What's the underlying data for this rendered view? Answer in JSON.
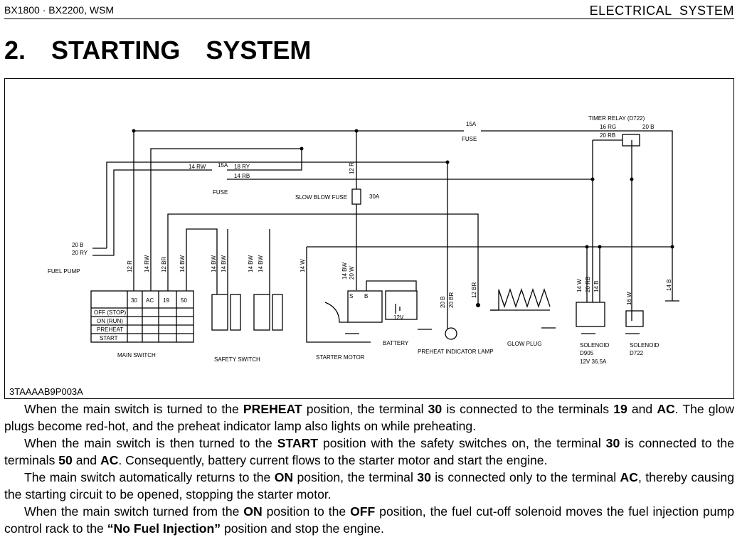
{
  "header": {
    "left": "BX1800 · BX2200, WSM",
    "right": "ELECTRICAL  SYSTEM"
  },
  "title": "2.  STARTING  SYSTEM",
  "diagram": {
    "figure_code": "3TAAAAB9P003A",
    "labels": {
      "fuel_pump": "FUEL PUMP",
      "fuse_left": "FUSE",
      "fuse_top": "FUSE",
      "fuse_rating": "15A",
      "slow_blow_fuse": "SLOW BLOW FUSE",
      "slow_blow_rating": "30A",
      "timer_relay": "TIMER RELAY (D722)",
      "main_switch": "MAIN SWITCH",
      "safety_switch": "SAFETY SWITCH",
      "starter_motor": "STARTER MOTOR",
      "battery": "BATTERY",
      "battery_voltage": "12V",
      "preheat_lamp": "PREHEAT INDICATOR LAMP",
      "glow_plug": "GLOW PLUG",
      "solenoid_d905": [
        "SOLENOID",
        "D905",
        "12V 36.5A"
      ],
      "solenoid_d722": [
        "SOLENOID",
        "D722"
      ],
      "starter_s": "S",
      "starter_b": "B"
    },
    "switch_table": {
      "columns": [
        "30",
        "AC",
        "19",
        "50"
      ],
      "rows": [
        "OFF (STOP)",
        "ON (RUN)",
        "PREHEAT",
        "START"
      ]
    },
    "wires": {
      "w14rw": "14 RW",
      "w18ry": "18 RY",
      "w14rb": "14 RB",
      "w12r_top": "12 R",
      "w16rg": "16 RG",
      "w20rb": "20 RB",
      "w20b_relay": "20 B",
      "w20b_fp": "20 B",
      "w20ry_fp": "20 RY",
      "w12r": "12 R",
      "w14rw_v": "14 RW",
      "w12br": "12 BR",
      "w14bw": "14 BW",
      "ss1a": "14 BW",
      "ss1b": "14 BW",
      "ss2a": "14 BW",
      "ss2b": "14 BW",
      "w14w": "14 W",
      "sm_a": "14 BW",
      "sm_b": "20 W",
      "pl_a": "20 B",
      "pl_b": "20 BR",
      "gp_a": "12 BR",
      "sol_a": "14 W",
      "sol_b": "20 RB",
      "sol_c": "14 B",
      "sol2": "16 W",
      "gnd_r": "14 B"
    }
  },
  "paragraphs": [
    [
      {
        "t": "When the main switch is turned to the "
      },
      {
        "t": "PREHEAT",
        "b": true
      },
      {
        "t": " position, the terminal "
      },
      {
        "t": "30",
        "b": true
      },
      {
        "t": " is connected to the terminals "
      },
      {
        "t": "19",
        "b": true
      },
      {
        "t": " and "
      },
      {
        "t": "AC",
        "b": true
      },
      {
        "t": ".  The glow plugs become red-hot, and the preheat indicator lamp also lights on while preheating."
      }
    ],
    [
      {
        "t": "When the main switch is then turned to the "
      },
      {
        "t": "START",
        "b": true
      },
      {
        "t": " position with the safety switches on, the terminal "
      },
      {
        "t": "30",
        "b": true
      },
      {
        "t": " is connected to the terminals "
      },
      {
        "t": "50",
        "b": true
      },
      {
        "t": " and "
      },
      {
        "t": "AC",
        "b": true
      },
      {
        "t": ".  Consequently, battery current flows to the starter motor and start the engine."
      }
    ],
    [
      {
        "t": "The main switch automatically returns to the "
      },
      {
        "t": "ON",
        "b": true
      },
      {
        "t": " position, the terminal "
      },
      {
        "t": "30",
        "b": true
      },
      {
        "t": " is connected only to the terminal "
      },
      {
        "t": "AC",
        "b": true
      },
      {
        "t": ", thereby causing the starting circuit to be opened, stopping the starter motor."
      }
    ],
    [
      {
        "t": "When the main switch turned from the "
      },
      {
        "t": "ON",
        "b": true
      },
      {
        "t": " position to the "
      },
      {
        "t": "OFF",
        "b": true
      },
      {
        "t": " position, the fuel cut-off solenoid moves the fuel injection pump control rack to the "
      },
      {
        "t": "“No Fuel Injection”",
        "b": true
      },
      {
        "t": " position and stop the engine."
      }
    ]
  ]
}
